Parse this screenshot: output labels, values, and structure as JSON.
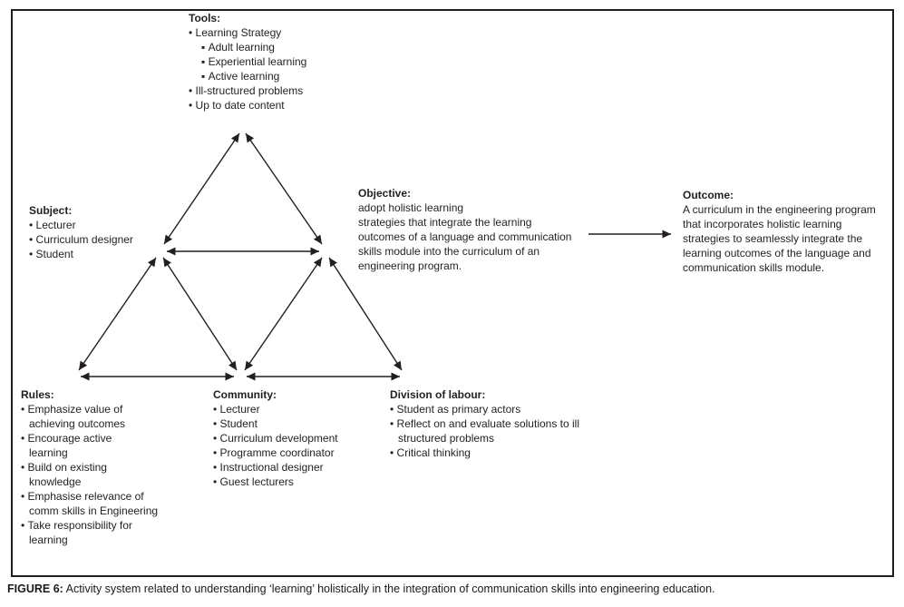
{
  "colors": {
    "line": "#231f20",
    "text": "#231f20",
    "border": "#231f20"
  },
  "nodes": {
    "tools": {
      "title": "Tools:",
      "items": [
        {
          "text": "Learning Strategy",
          "level": 1
        },
        {
          "text": "Adult learning",
          "level": 2
        },
        {
          "text": "Experiential learning",
          "level": 2
        },
        {
          "text": "Active learning",
          "level": 2
        },
        {
          "text": "Ill-structured problems",
          "level": 1
        },
        {
          "text": "Up to date content",
          "level": 1
        }
      ]
    },
    "subject": {
      "title": "Subject:",
      "items": [
        "Lecturer",
        "Curriculum designer",
        "Student"
      ]
    },
    "rules": {
      "title": "Rules:",
      "items": [
        "Emphasize value of\nachieving outcomes",
        "Encourage active\nlearning",
        "Build on existing\nknowledge",
        "Emphasise relevance of\ncomm skills in Engineering",
        "Take responsibility for\nlearning"
      ]
    },
    "community": {
      "title": "Community:",
      "items": [
        "Lecturer",
        "Student",
        "Curriculum development",
        "Programme coordinator",
        "Instructional designer",
        "Guest lecturers"
      ]
    },
    "division_of_labour": {
      "title": "Division of labour:",
      "items": [
        "Student as primary actors",
        "Reflect on and evaluate solutions to ill\nstructured problems",
        "Critical thinking"
      ]
    },
    "objective": {
      "title": "Objective:",
      "body": "adopt holistic learning\nstrategies that integrate the learning\noutcomes of a language and communication\nskills module into the curriculum of an\nengineering program."
    },
    "outcome": {
      "title": "Outcome:",
      "body": "A curriculum in the engineering program\nthat incorporates holistic learning\nstrategies to seamlessly integrate the\nlearning outcomes of the language and\ncommunication skills module."
    }
  },
  "caption": {
    "label": "FIGURE 6:",
    "text": "Activity system related to understanding ‘learning’ holistically in the integration of communication skills into engineering education."
  }
}
